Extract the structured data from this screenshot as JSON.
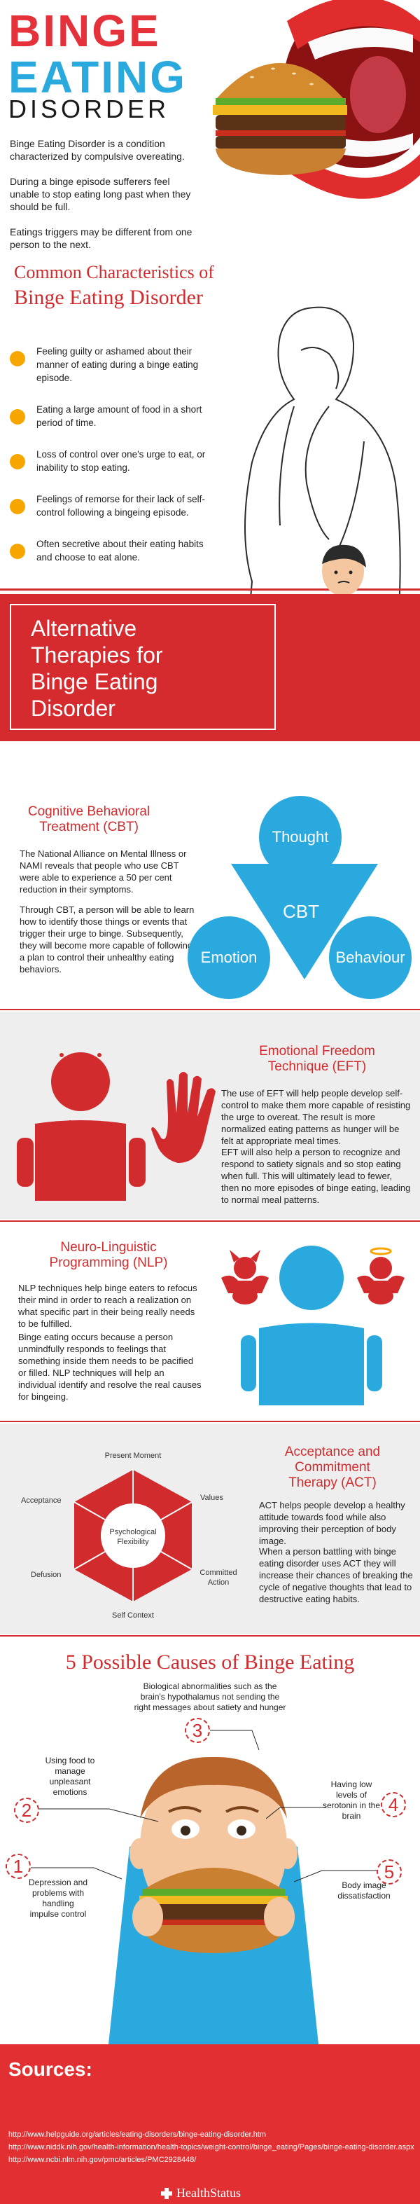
{
  "hero": {
    "title_line1": "BINGE",
    "title_line2": "EATING",
    "title_line3": "DISORDER",
    "intro": [
      "Binge Eating Disorder is a condition characterized by compulsive overeating.",
      "During a binge episode sufferers feel unable to stop eating long past when they should be full.",
      "Eatings triggers may be different from one person to the next."
    ]
  },
  "characteristics": {
    "heading_line1": "Common Characteristics of",
    "heading_line2": "Binge Eating Disorder",
    "items": [
      "Feeling guilty or ashamed about their manner of eating during a binge eating episode.",
      "Eating a large amount of food in a short period of time.",
      "Loss of control over one's urge to eat, or inability to stop eating.",
      "Feelings of remorse for their lack of self-control following a bingeing episode.",
      "Often secretive about their eating habits and choose to eat alone."
    ]
  },
  "alternative": {
    "line1": "Alternative",
    "line2": "Therapies for",
    "line3": "Binge Eating",
    "line4": "Disorder"
  },
  "cbt": {
    "title_line1": "Cognitive Behavioral",
    "title_line2": "Treatment (CBT)",
    "p1": "The National Alliance on Mental Illness or NAMI reveals that people who use CBT were able to experience a 50 per cent reduction in their symptoms.",
    "p2": "Through CBT, a person will be able to learn how to identify those things or events that trigger their urge to binge. Subsequently, they will become more capable of following a plan to control their unhealthy eating behaviors.",
    "diagram": {
      "center": "CBT",
      "top": "Thought",
      "left": "Emotion",
      "right": "Behaviour"
    }
  },
  "eft": {
    "title_line1": "Emotional Freedom",
    "title_line2": "Technique (EFT)",
    "p1": "The use of EFT will help people develop self-control to make them more capable of resisting the urge to overeat. The result is more normalized eating patterns as hunger will be felt at appropriate meal times.",
    "p2": "EFT will also help a person to recognize and respond to satiety signals and so stop eating when full. This will ultimately lead to fewer, then no more episodes of binge eating, leading to normal meal patterns."
  },
  "nlp": {
    "title_line1": "Neuro-Linguistic",
    "title_line2": "Programming (NLP)",
    "p1": "NLP techniques help binge eaters to refocus their mind in order to reach a realization on what specific part in their being really needs to be fulfilled.",
    "p2": "Binge eating occurs because a person unmindfully responds to feelings that something inside them needs to be pacified or filled.  NLP techniques will help an individual identify and resolve the real causes for bingeing."
  },
  "act": {
    "title_line1": "Acceptance and",
    "title_line2": "Commitment",
    "title_line3": "Therapy (ACT)",
    "p1": "ACT helps people develop a healthy attitude towards food while also improving their perception of body image.",
    "p2": "When a person battling with binge eating disorder uses ACT they will increase their chances of breaking the cycle of negative thoughts that lead to destructive eating habits.",
    "hexaflex": {
      "center_line1": "Psychological",
      "center_line2": "Flexibility",
      "present": "Present Moment",
      "values": "Values",
      "committed_line1": "Committed",
      "committed_line2": "Action",
      "self": "Self Context",
      "defusion": "Defusion",
      "acceptance": "Acceptance"
    }
  },
  "causes": {
    "heading": "5 Possible Causes of Binge Eating",
    "items": [
      {
        "num": "1",
        "text": "Depression and problems with handling impulse control"
      },
      {
        "num": "2",
        "text": "Using food to manage unpleasant emotions"
      },
      {
        "num": "3",
        "text": "Biological abnormalities such as the brain's hypothalamus not sending the right messages about satiety and hunger"
      },
      {
        "num": "4",
        "text": "Having low levels of serotonin in the brain"
      },
      {
        "num": "5",
        "text": "Body image dissatisfaction"
      }
    ]
  },
  "sources": {
    "heading": "Sources:",
    "links": [
      "http://www.helpguide.org/articles/eating-disorders/binge-eating-disorder.htm",
      "http://www.niddk.nih.gov/health-information/health-topics/weight-control/binge_eating/Pages/binge-eating-disorder.aspx",
      "http://www.ncbi.nlm.nih.gov/pmc/articles/PMC2928448/"
    ],
    "brand": "HealthStatus"
  },
  "colors": {
    "red": "#d12b2e",
    "blue": "#2aa9df",
    "orange": "#f7a600",
    "gray": "#eeeeee"
  }
}
